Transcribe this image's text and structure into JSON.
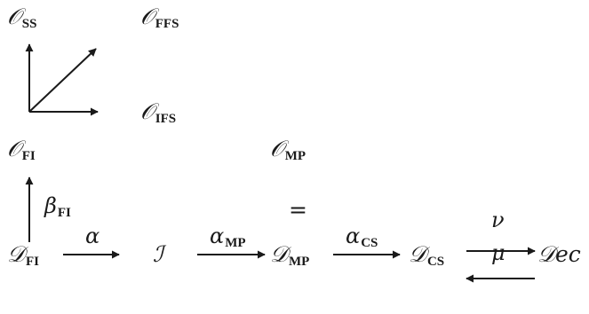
{
  "nodes": {
    "o_ss": {
      "main": "𝒪",
      "sub": "SS"
    },
    "o_ffs": {
      "main": "𝒪",
      "sub": "FFS"
    },
    "o_ifs": {
      "main": "𝒪",
      "sub": "IFS"
    },
    "o_fi": {
      "main": "𝒪",
      "sub": "FI"
    },
    "o_mp": {
      "main": "𝒪",
      "sub": "MP"
    },
    "d_fi": {
      "main": "𝒟",
      "sub": "FI"
    },
    "i": {
      "main": "ℐ",
      "sub": ""
    },
    "d_mp": {
      "main": "𝒟",
      "sub": "MP"
    },
    "d_cs": {
      "main": "𝒟",
      "sub": "CS"
    },
    "dec": {
      "main": "𝒟ec",
      "sub": ""
    }
  },
  "arrow_labels": {
    "beta_fi": {
      "main": "β",
      "sub": "FI"
    },
    "alpha": {
      "main": "α",
      "sub": ""
    },
    "alpha_mp": {
      "main": "α",
      "sub": "MP"
    },
    "alpha_cs": {
      "main": "α",
      "sub": "CS"
    },
    "nu": {
      "main": "ν",
      "sub": ""
    },
    "mu": {
      "main": "μ",
      "sub": ""
    }
  },
  "equals": "="
}
